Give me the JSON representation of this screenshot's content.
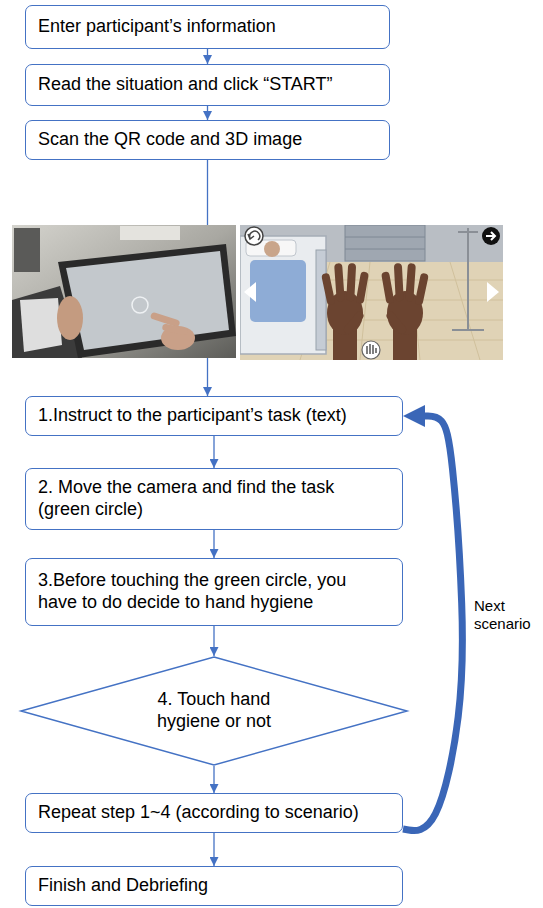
{
  "diagram": {
    "nodes": [
      {
        "text": [
          "Enter participant’s information"
        ]
      },
      {
        "text": [
          "Read the situation and click “START”"
        ]
      },
      {
        "text": [
          "Scan the QR code and 3D image"
        ]
      },
      {
        "text": [
          "1.Instruct to the participant’s task (text)"
        ]
      },
      {
        "text": [
          "2. Move the camera and find the task (green circle)"
        ]
      },
      {
        "text": [
          "3.Before touching the green circle, you have to do decide to hand hygiene"
        ]
      },
      {
        "text": [
          "4. Touch hand hygiene or not"
        ]
      },
      {
        "text": [
          "Repeat step 1~4 (according to scenario)"
        ]
      },
      {
        "text": [
          "Finish and Debriefing"
        ]
      }
    ],
    "edges": [
      {
        "from": 0,
        "to": 1,
        "arrow": "to"
      },
      {
        "from": 1,
        "to": 2,
        "arrow": "to"
      },
      {
        "from": 2,
        "to": 3,
        "arrow": "to"
      },
      {
        "from": 3,
        "to": 4,
        "arrow": "to"
      },
      {
        "from": 4,
        "to": 5,
        "arrow": "to"
      },
      {
        "from": 5,
        "to": 6,
        "arrow": "to"
      },
      {
        "from": 6,
        "to": 7,
        "arrow": "to"
      },
      {
        "from": 7,
        "to": 8,
        "arrow": "to"
      },
      {
        "from": 7,
        "to": 3,
        "label": "Next scenario",
        "arrow": "to"
      }
    ]
  }
}
